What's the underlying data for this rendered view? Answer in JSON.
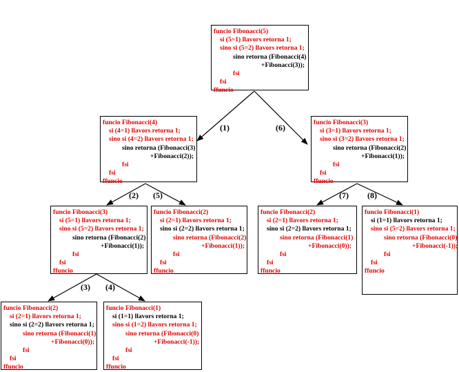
{
  "colors": {
    "keyword_text": "#e00000",
    "code_text": "#000000",
    "lines": "#000000"
  },
  "nodes": [
    {
      "id": "n5",
      "lines": [
        [
          "funcio Fibonacci(5)",
          "red"
        ],
        [
          "si (5=1) llavors retorna 1;",
          "red"
        ],
        [
          "sino si (5=2) llavors retorna 1;",
          "red"
        ],
        [
          "sino retorna (Fibonacci(4)",
          "black"
        ],
        [
          "+Fibonacci(3));",
          "black"
        ],
        [
          "fsi",
          "red"
        ],
        [
          "fsi",
          "red"
        ],
        [
          "ffuncio",
          "red"
        ]
      ]
    },
    {
      "id": "n4",
      "lines": [
        [
          "funcio Fibonacci(4)",
          "red"
        ],
        [
          "si (4=1) llavors retorna 1;",
          "red"
        ],
        [
          "sino si (4=2) llavors retorna 1;",
          "red"
        ],
        [
          "sino retorna (Fibonacci(3)",
          "black"
        ],
        [
          "+Fibonacci(2));",
          "black"
        ],
        [
          "fsi",
          "red"
        ],
        [
          "fsi",
          "red"
        ],
        [
          "ffuncio",
          "red"
        ]
      ]
    },
    {
      "id": "n3r",
      "lines": [
        [
          "funcio Fibonacci(3)",
          "red"
        ],
        [
          "si (3=1) llavors retorna 1;",
          "red"
        ],
        [
          "sino si (3=2) llavors retorna 1;",
          "red"
        ],
        [
          "sino retorna (Fibonacci(2)",
          "black"
        ],
        [
          "+Fibonacci(1));",
          "black"
        ],
        [
          "fsi",
          "red"
        ],
        [
          "fsi",
          "red"
        ],
        [
          "ffuncio",
          "red"
        ]
      ]
    },
    {
      "id": "n3l",
      "lines": [
        [
          "funcio Fibonacci(3)",
          "red"
        ],
        [
          "si (5=1) llavors retorna 1;",
          "red"
        ],
        [
          "sino si (5=2) llavors retorna 1;",
          "red"
        ],
        [
          "sino retorna (Fibonacci(2)",
          "black"
        ],
        [
          "+Fibonacci(1));",
          "black"
        ],
        [
          "fsi",
          "red"
        ],
        [
          "fsi",
          "red"
        ],
        [
          "ffuncio",
          "red"
        ]
      ]
    },
    {
      "id": "n2a",
      "lines": [
        [
          "funcio Fibonacci(2)",
          "red"
        ],
        [
          "si (2=1) llavors retorna 1;",
          "red"
        ],
        [
          "sino si (2=2) llavors retorna 1;",
          "black"
        ],
        [
          "sino retorna (Fibonacci(2)",
          "red"
        ],
        [
          "+Fibonacci(1));",
          "red"
        ],
        [
          "fsi",
          "red"
        ],
        [
          "fsi",
          "red"
        ],
        [
          "ffuncio",
          "red"
        ]
      ]
    },
    {
      "id": "n2b",
      "lines": [
        [
          "funcio Fibonacci(2)",
          "red"
        ],
        [
          "si (2=1) llavors retorna 1;",
          "red"
        ],
        [
          "sino si (2=2) llavors retorna 1;",
          "black"
        ],
        [
          "sino retorna (Fibonacci(1)",
          "red"
        ],
        [
          "+Fibonacci(0));",
          "red"
        ],
        [
          "fsi",
          "red"
        ],
        [
          "fsi",
          "red"
        ],
        [
          "ffuncio",
          "red"
        ]
      ]
    },
    {
      "id": "n1a",
      "lines": [
        [
          "funcio Fibonacci(1)",
          "red"
        ],
        [
          "si (1=1) llavors retorna 1;",
          "black"
        ],
        [
          "sino si (5=2) llavors retorna 1;",
          "red"
        ],
        [
          "sino retorna (Fibonacci(0)",
          "red"
        ],
        [
          "+Fibonacci(-1));",
          "red"
        ],
        [
          "fsi",
          "red"
        ],
        [
          "fsi",
          "red"
        ],
        [
          "ffuncio",
          "red"
        ]
      ]
    },
    {
      "id": "n2c",
      "lines": [
        [
          "funcio Fibonacci(2)",
          "red"
        ],
        [
          "si (2=1) llavors retorna 1;",
          "red"
        ],
        [
          "sino si (2=2) llavors retorna 1;",
          "black"
        ],
        [
          "sino retorna (Fibonacci(1)",
          "red"
        ],
        [
          "+Fibonacci(0));",
          "red"
        ],
        [
          "fsi",
          "red"
        ],
        [
          "fsi",
          "red"
        ],
        [
          "ffuncio",
          "red"
        ]
      ]
    },
    {
      "id": "n1b",
      "lines": [
        [
          "funcio Fibonacci(1)",
          "red"
        ],
        [
          "si (1=1) llavors retorna 1;",
          "black"
        ],
        [
          "sino si (1=2) llavors retorna 1;",
          "red"
        ],
        [
          "sino retorna (Fibonacci(0)",
          "red"
        ],
        [
          "+Fibonacci(-1));",
          "red"
        ],
        [
          "fsi",
          "red"
        ],
        [
          "fsi",
          "red"
        ],
        [
          "ffuncio",
          "red"
        ]
      ]
    }
  ],
  "edges": [
    {
      "label": "(1)",
      "from": "n5",
      "to": "n4"
    },
    {
      "label": "(6)",
      "from": "n5",
      "to": "n3r"
    },
    {
      "label": "(2)",
      "from": "n4",
      "to": "n3l"
    },
    {
      "label": "(5)",
      "from": "n4",
      "to": "n2a"
    },
    {
      "label": "(7)",
      "from": "n3r",
      "to": "n2b"
    },
    {
      "label": "(8)",
      "from": "n3r",
      "to": "n1a"
    },
    {
      "label": "(3)",
      "from": "n3l",
      "to": "n2c"
    },
    {
      "label": "(4)",
      "from": "n3l",
      "to": "n1b"
    }
  ]
}
